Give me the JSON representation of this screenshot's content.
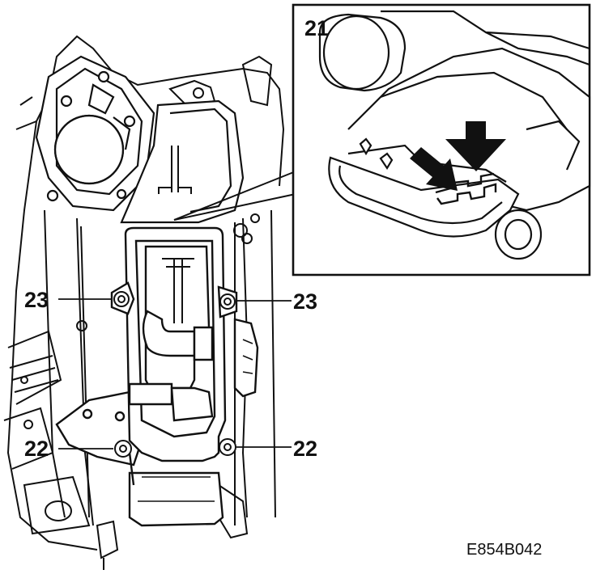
{
  "figure": {
    "reference_code": "E854B042",
    "callouts": {
      "c21": "21",
      "c23_left": "23",
      "c23_right": "23",
      "c22_left": "22",
      "c22_right": "22"
    },
    "colors": {
      "line": "#111111",
      "fill": "#ffffff"
    }
  }
}
